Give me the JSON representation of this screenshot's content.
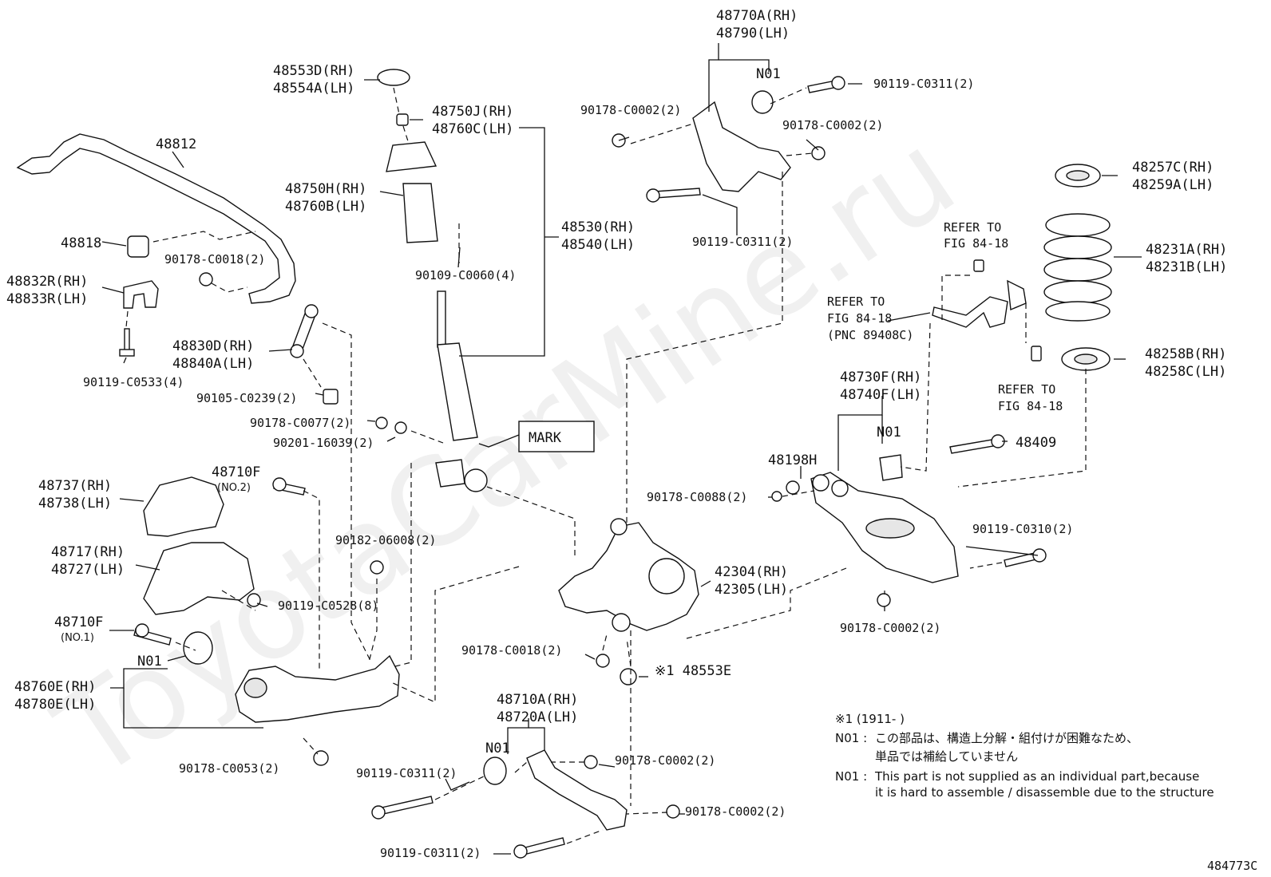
{
  "watermark": "ToyotaCarMine.ru",
  "figure_id": "484773C",
  "labels": {
    "l48553d": [
      "48553D(RH)",
      "48554A(LH)"
    ],
    "l48750j": [
      "48750J(RH)",
      "48760C(LH)"
    ],
    "l48812": "48812",
    "l48750h": [
      "48750H(RH)",
      "48760B(LH)"
    ],
    "l48530": [
      "48530(RH)",
      "48540(LH)"
    ],
    "l90109": "90109-C0060(4)",
    "l48818": "48818",
    "l90178_0018a": "90178-C0018(2)",
    "l48832": [
      "48832R(RH)",
      "48833R(LH)"
    ],
    "l48830": [
      "48830D(RH)",
      "48840A(LH)"
    ],
    "l90119_0533": "90119-C0533(4)",
    "l90105": "90105-C0239(2)",
    "l90178_0077": "90178-C0077(2)",
    "l90201": "90201-16039(2)",
    "mark": "MARK",
    "l48710f_2": "48710F",
    "no2": "(NO.2)",
    "l48737": [
      "48737(RH)",
      "48738(LH)"
    ],
    "l48717": [
      "48717(RH)",
      "48727(LH)"
    ],
    "l90182": "90182-06008(2)",
    "l90119_0528": "90119-C0528(8)",
    "l48710f_1": "48710F",
    "no1": "(NO.1)",
    "l90178_0018b": "90178-C0018(2)",
    "n01_a": "N01",
    "l48760e": [
      "48760E(RH)",
      "48780E(LH)"
    ],
    "l90178_0053": "90178-C0053(2)",
    "l48770a": [
      "48770A(RH)",
      "48790(LH)"
    ],
    "n01_b": "N01",
    "l90119_0311a": "90119-C0311(2)",
    "l90178_0002a": "90178-C0002(2)",
    "l90178_0002b": "90178-C0002(2)",
    "l90119_0311b": "90119-C0311(2)",
    "l48257c": [
      "48257C(RH)",
      "48259A(LH)"
    ],
    "refer1": [
      "REFER TO",
      "FIG 84-18"
    ],
    "l48231a": [
      "48231A(RH)",
      "48231B(LH)"
    ],
    "refer2": [
      "REFER TO",
      "FIG 84-18",
      "(PNC 89408C)"
    ],
    "l48258b": [
      "48258B(RH)",
      "48258C(LH)"
    ],
    "refer3": [
      "REFER TO",
      "FIG 84-18"
    ],
    "l48730f": [
      "48730F(RH)",
      "48740F(LH)"
    ],
    "n01_c": "N01",
    "l48409": "48409",
    "l48198h": "48198H",
    "l90178_0088": "90178-C0088(2)",
    "l90119_0310": "90119-C0310(2)",
    "l42304": [
      "42304(RH)",
      "42305(LH)"
    ],
    "l90178_0002c": "90178-C0002(2)",
    "l48553e": "※1 48553E",
    "l48710a": [
      "48710A(RH)",
      "48720A(LH)"
    ],
    "n01_d": "N01",
    "l90119_0311c": "90119-C0311(2)",
    "l90178_0002d": "90178-C0002(2)",
    "l90178_0002e": "90178-C0002(2)",
    "l90119_0311d": "90119-C0311(2)"
  },
  "notes": {
    "n1": "※1 (1911-       )",
    "n2_key": "N01 :",
    "n2_jp1": "この部品は、構造上分解・組付けが困難なため、",
    "n2_jp2": "単品では補給していません",
    "n3_key": "N01 :",
    "n3_en1": "This part is not supplied as an individual part,because",
    "n3_en2": "it is hard to assemble / disassemble due to the structure"
  }
}
